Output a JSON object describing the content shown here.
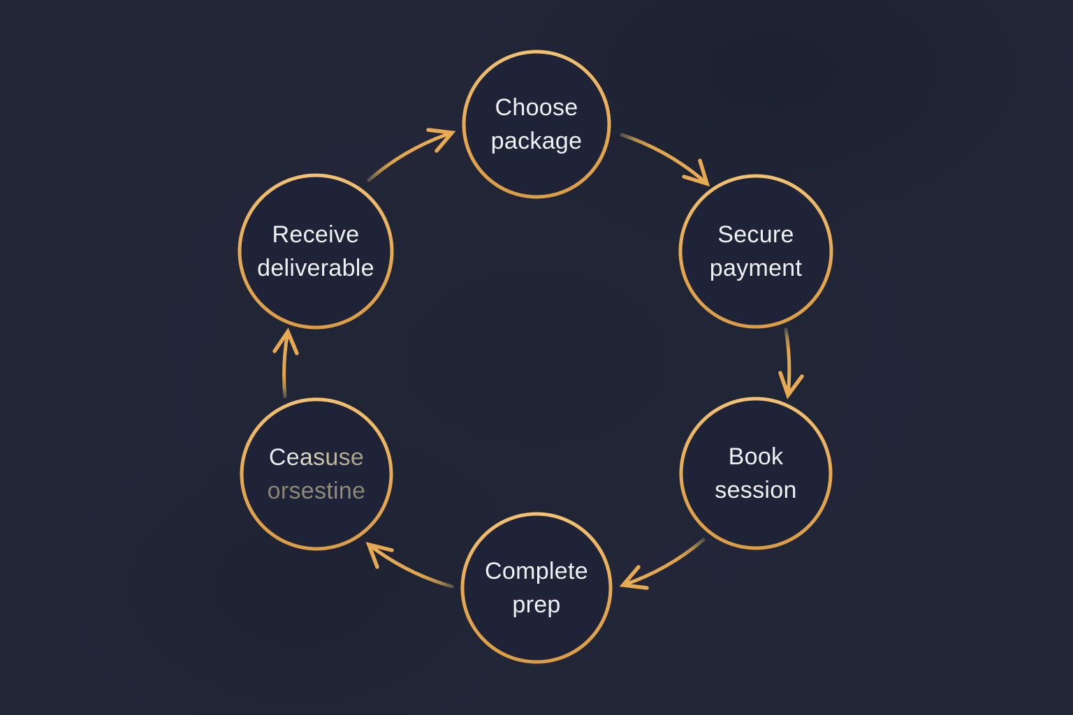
{
  "diagram": {
    "type": "cycle",
    "direction": "clockwise",
    "nodes": [
      {
        "id": "choose-package",
        "lines": [
          "Choose",
          "package"
        ]
      },
      {
        "id": "secure-payment",
        "lines": [
          "Secure",
          "payment"
        ]
      },
      {
        "id": "book-session",
        "lines": [
          "Book",
          "session"
        ]
      },
      {
        "id": "complete-prep",
        "lines": [
          "Complete",
          "prep"
        ]
      },
      {
        "id": "garbled-step",
        "lines": [
          "Ceasuse",
          "orsestine"
        ],
        "faded": true
      },
      {
        "id": "receive-deliverable",
        "lines": [
          "Receive",
          "deliverable"
        ]
      }
    ],
    "edges": [
      {
        "from": "choose-package",
        "to": "secure-payment"
      },
      {
        "from": "secure-payment",
        "to": "book-session"
      },
      {
        "from": "book-session",
        "to": "complete-prep"
      },
      {
        "from": "complete-prep",
        "to": "garbled-step"
      },
      {
        "from": "garbled-step",
        "to": "receive-deliverable"
      },
      {
        "from": "receive-deliverable",
        "to": "choose-package"
      }
    ],
    "colors": {
      "background": "#222738",
      "circle_fill": "#1e2337",
      "gold_outline": "#e6a951",
      "gold_light": "#f2c173",
      "gold_dark": "#db9d45",
      "text": "#eef0f2",
      "faded_text": "#8f8a7a"
    }
  }
}
